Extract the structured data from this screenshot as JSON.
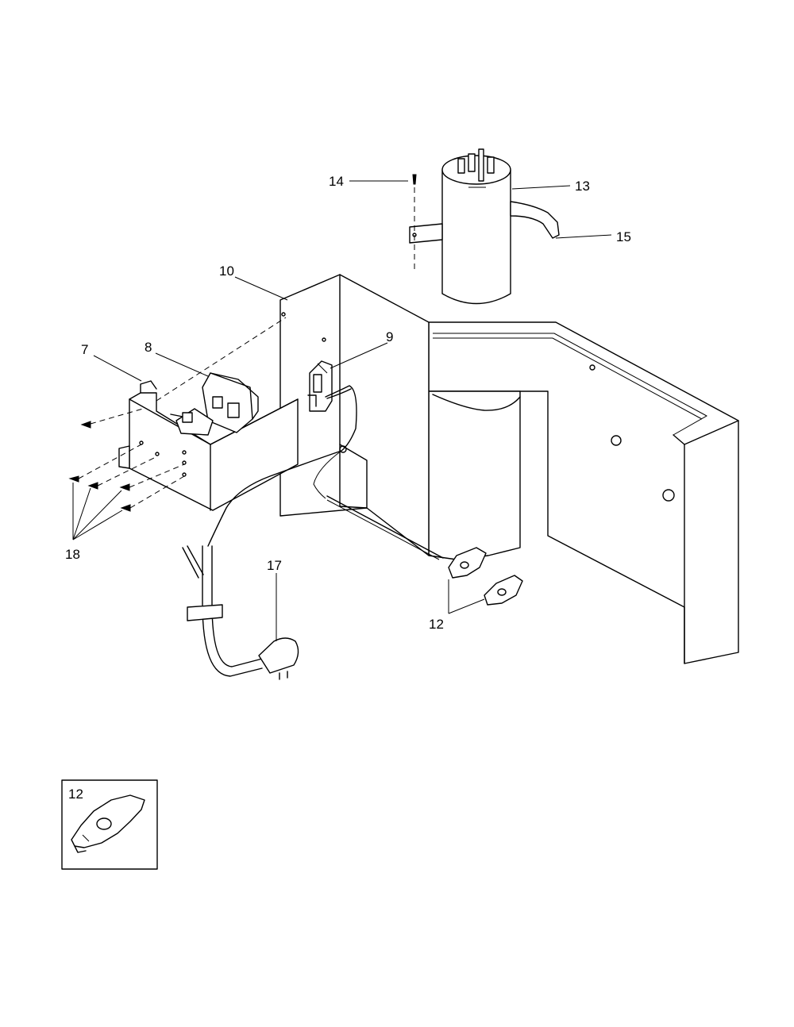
{
  "callouts": {
    "c7": "7",
    "c8": "8",
    "c9": "9",
    "c10": "10",
    "c12": "12",
    "c13": "13",
    "c14": "14",
    "c15": "15",
    "c17": "17",
    "c18": "18",
    "inset": "12"
  }
}
